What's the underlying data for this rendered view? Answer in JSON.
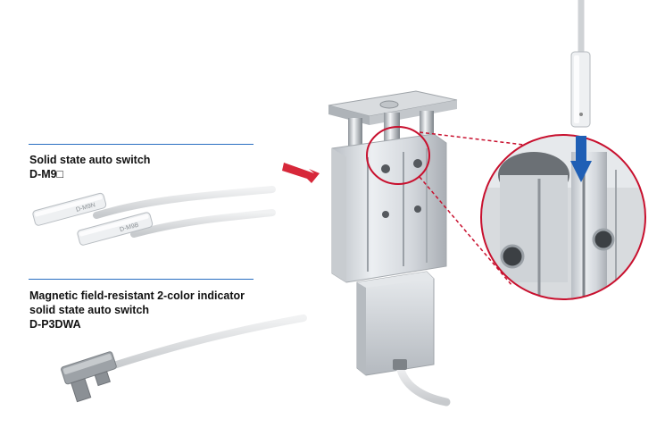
{
  "captions": {
    "switch_a": {
      "line1": "Solid state auto switch",
      "line2": "D-M9□"
    },
    "switch_b": {
      "line1": "Magnetic field-resistant 2-color indicator",
      "line2": "solid state auto switch",
      "line3": "D-P3DWA"
    }
  },
  "markings": {
    "sensor_front": "D-M9N",
    "sensor_back": "D-M9B"
  },
  "colors": {
    "rule": "#2a6fc1",
    "highlight_circle": "#c8102e",
    "red_arrow": "#d7283a",
    "blue_arrow": "#1f5fb5"
  },
  "icons": [
    "red-arrow-icon",
    "blue-arrow-icon"
  ]
}
